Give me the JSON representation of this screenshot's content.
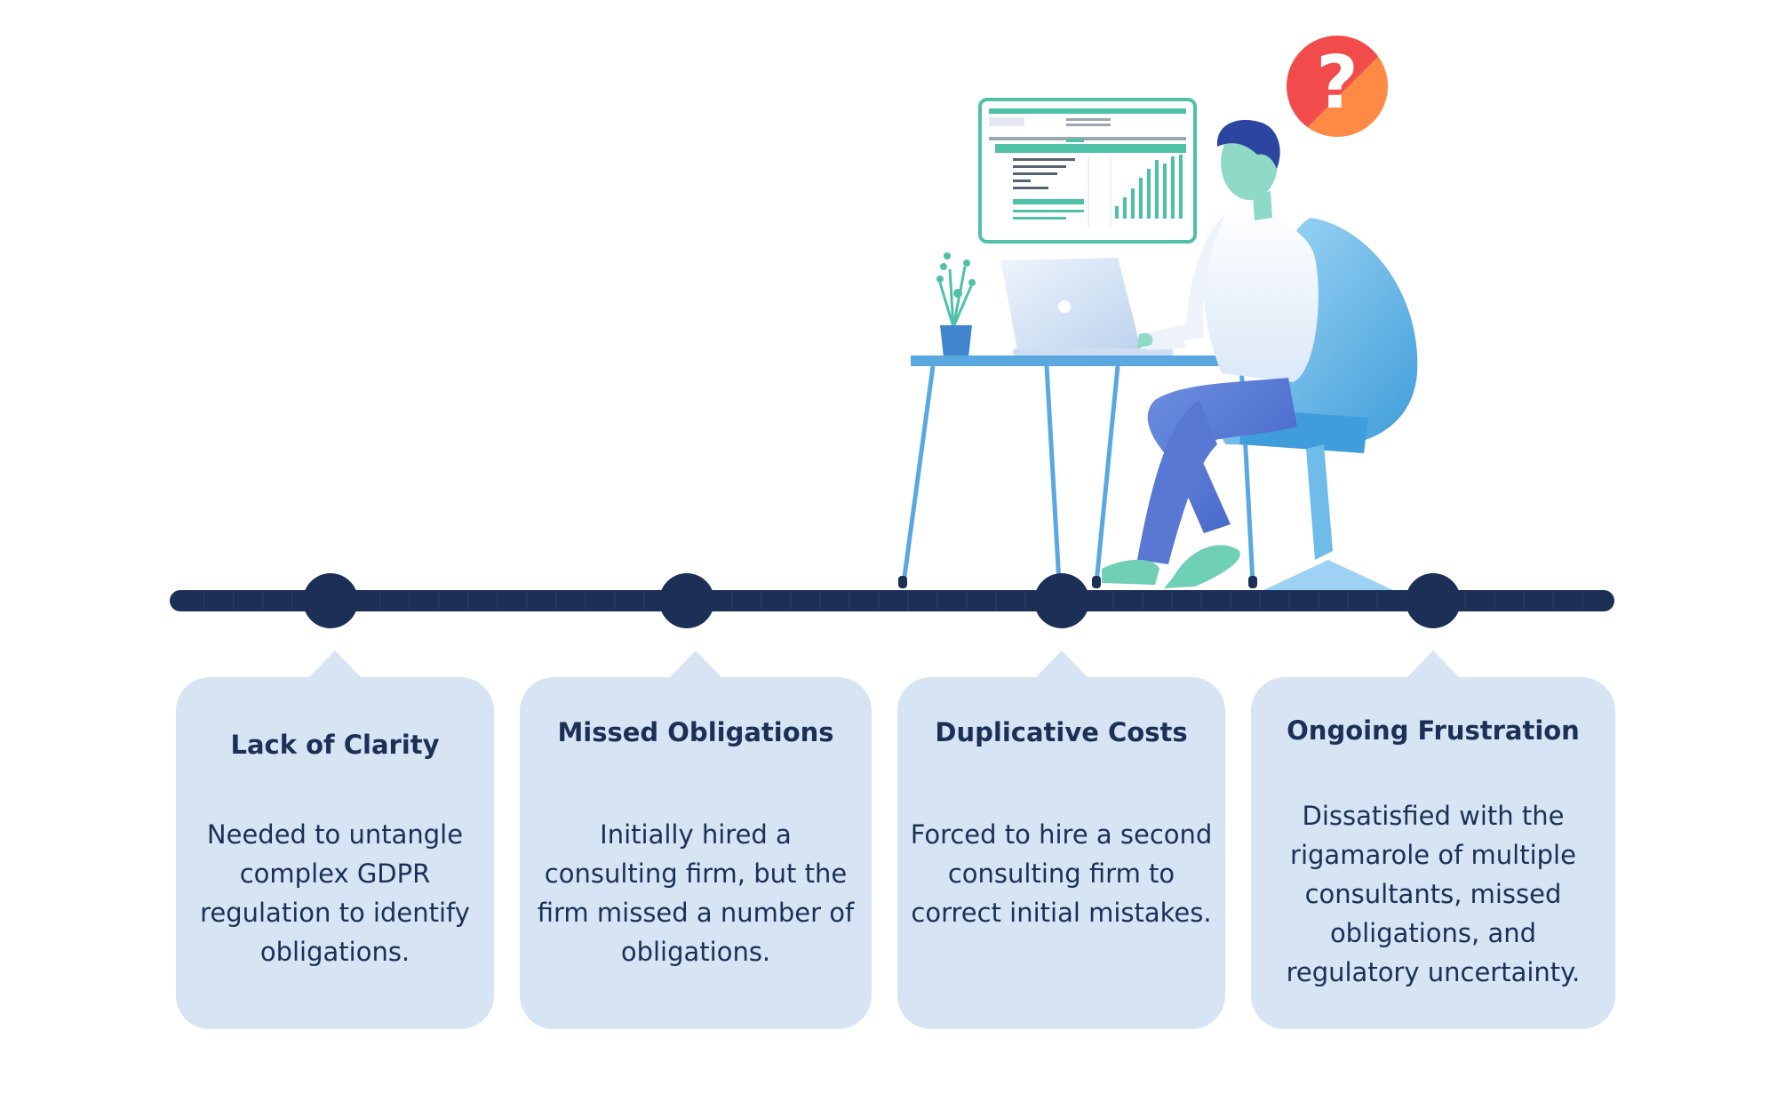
{
  "colors": {
    "navy": "#1c3057",
    "card_bg": "#d6e4f3",
    "teal": "#4fc1a7",
    "blue": "#5aa8e0",
    "question_red": "#f04c4c",
    "question_orange": "#ff8c42"
  },
  "cards": [
    {
      "title": "Lack of Clarity",
      "body": "Needed to untangle complex GDPR regulation to identify obligations."
    },
    {
      "title": "Missed Obligations",
      "body": "Initially hired a consulting firm, but the firm missed a number of obligations."
    },
    {
      "title": "Duplicative Costs",
      "body": "Forced to hire a second consulting firm to correct initial mistakes."
    },
    {
      "title": "Ongoing Frustration",
      "body": "Dissatisfied with the rigamarole of multiple consultants, missed obligations, and regulatory uncertainty."
    }
  ],
  "icons": {
    "question": "question-mark-icon",
    "person": "person-at-desk-illustration",
    "spreadsheet": "spreadsheet-popup-icon",
    "plant": "potted-plant-icon",
    "laptop": "laptop-icon"
  }
}
